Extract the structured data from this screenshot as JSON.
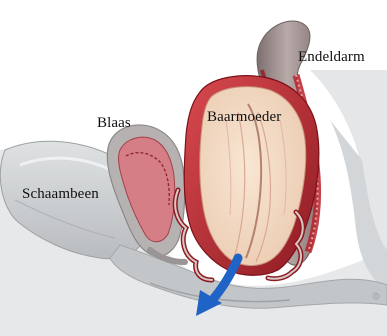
{
  "diagram": {
    "labels": {
      "rectum": "Endeldarm",
      "bladder": "Blaas",
      "uterus": "Baarmoeder",
      "pubic_bone": "Schaambeen"
    },
    "arrow_direction": "down-left",
    "colors": {
      "uterus_fill": "#f3d7c0",
      "muscle_red": "#b9222b",
      "tissue_grey": "#c9ccce",
      "arrow_blue": "#1f63c6"
    }
  }
}
